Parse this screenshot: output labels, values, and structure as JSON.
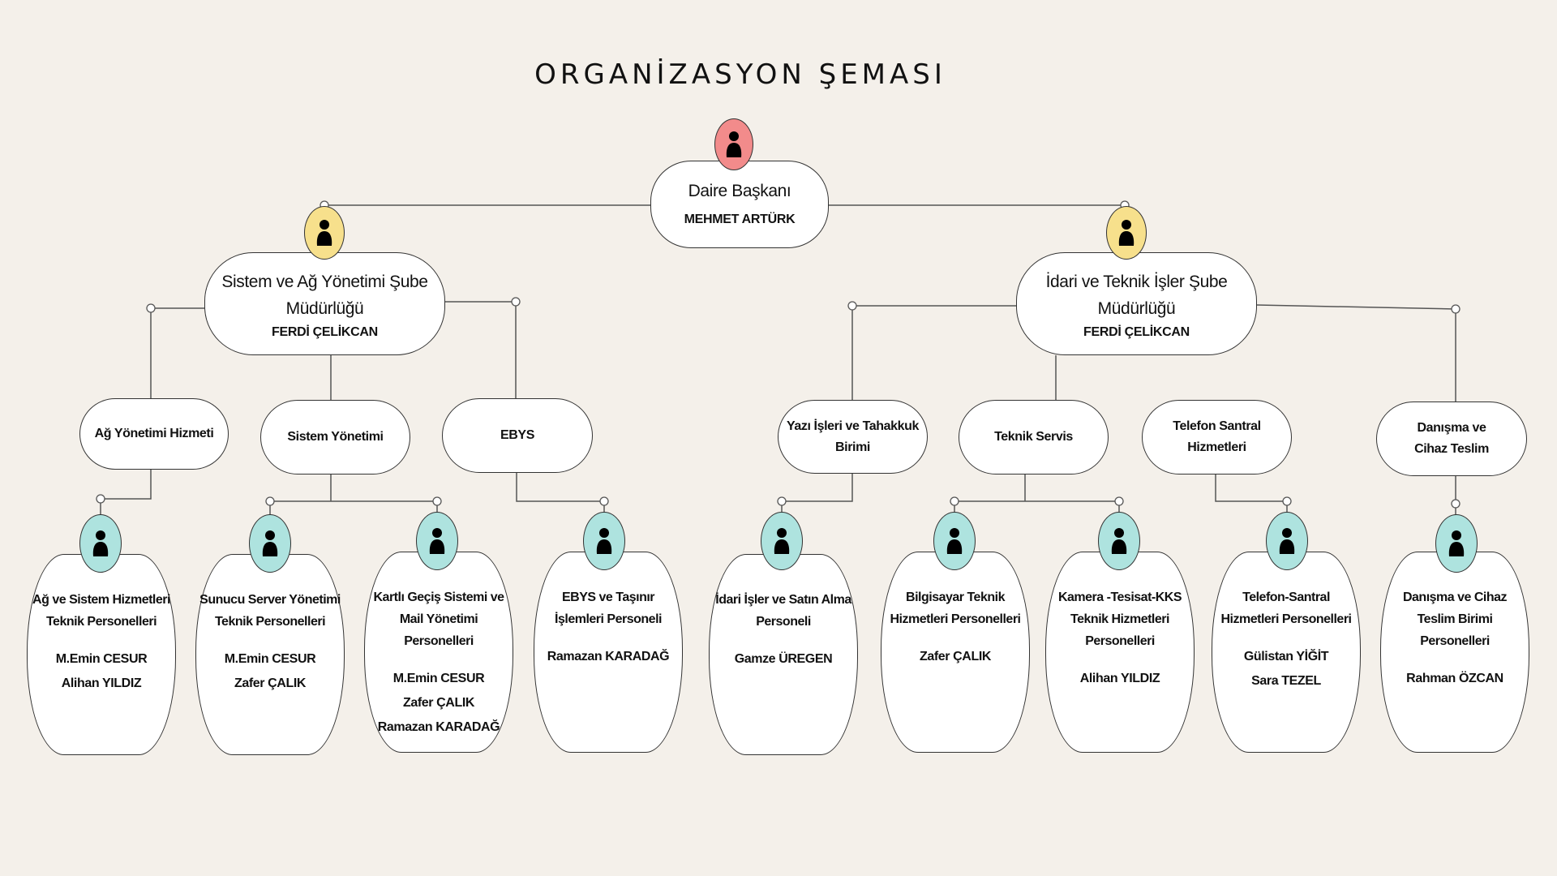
{
  "title": "ORGANİZASYON ŞEMASI",
  "colors": {
    "root_avatar": "#f28b8b",
    "branch_avatar": "#f7e08c",
    "staff_avatar": "#aee3df",
    "background": "#f4f0ea"
  },
  "root": {
    "title": "Daire Başkanı",
    "name": "MEHMET ARTÜRK"
  },
  "branches": [
    {
      "title": "Sistem ve Ağ Yönetimi Şube Müdürlüğü",
      "name": "FERDİ ÇELİKCAN",
      "units": [
        {
          "title": "Ağ Yönetimi Hizmeti"
        },
        {
          "title": "Sistem Yönetimi"
        },
        {
          "title": "EBYS"
        }
      ],
      "cards": [
        {
          "title": "Ağ ve Sistem Hizmetleri Teknik Personelleri",
          "names": [
            "M.Emin CESUR",
            "Alihan YILDIZ"
          ]
        },
        {
          "title": "Sunucu Server Yönetimi Teknik Personelleri",
          "names": [
            "M.Emin CESUR",
            "Zafer ÇALIK"
          ]
        },
        {
          "title": "Kartlı Geçiş Sistemi ve Mail Yönetimi Personelleri",
          "names": [
            "M.Emin CESUR",
            "Zafer ÇALIK",
            "Ramazan KARADAĞ"
          ]
        },
        {
          "title": "EBYS ve Taşınır İşlemleri Personeli",
          "names": [
            "Ramazan KARADAĞ"
          ]
        }
      ]
    },
    {
      "title": "İdari ve Teknik İşler Şube Müdürlüğü",
      "name": "FERDİ ÇELİKCAN",
      "units": [
        {
          "title": "Yazı İşleri ve Tahakkuk Birimi"
        },
        {
          "title": "Teknik Servis"
        },
        {
          "title": "Telefon Santral Hizmetleri"
        },
        {
          "title": "Danışma ve Cihaz Teslim"
        }
      ],
      "cards": [
        {
          "title": "İdari İşler ve Satın Alma Personeli",
          "names": [
            "Gamze ÜREGEN"
          ]
        },
        {
          "title": "Bilgisayar Teknik Hizmetleri Personelleri",
          "names": [
            "Zafer ÇALIK"
          ]
        },
        {
          "title": "Kamera -Tesisat-KKS Teknik Hizmetleri Personelleri",
          "names": [
            "Alihan YILDIZ"
          ]
        },
        {
          "title": "Telefon-Santral Hizmetleri Personelleri",
          "names": [
            "Gülistan YİĞİT",
            "Sara TEZEL"
          ]
        },
        {
          "title": "Danışma ve Cihaz Teslim Birimi Personelleri",
          "names": [
            "Rahman ÖZCAN"
          ]
        }
      ]
    }
  ]
}
